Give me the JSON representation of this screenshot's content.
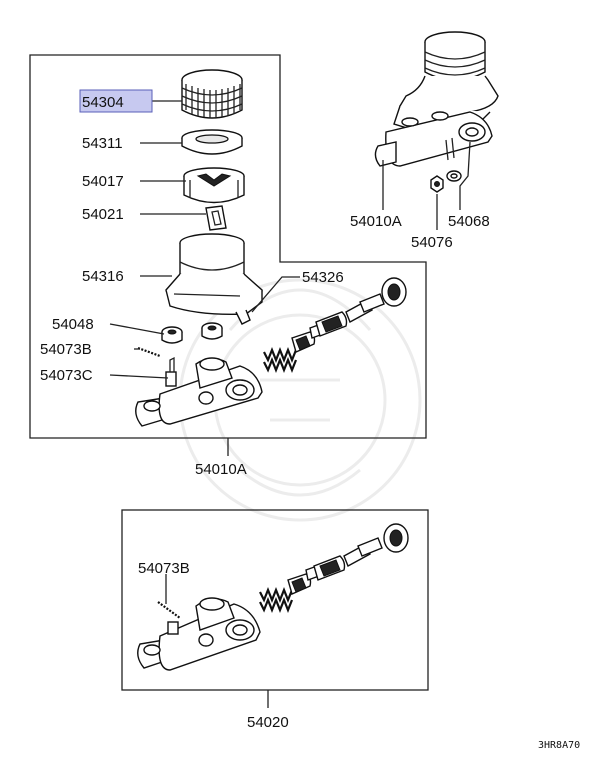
{
  "diagram_code": "3HR8A70",
  "highlight": {
    "color": "#c7c9f0",
    "border": "#5a5fb8"
  },
  "labels": {
    "p54304": "54304",
    "p54311": "54311",
    "p54017": "54017",
    "p54021": "54021",
    "p54316": "54316",
    "p54326": "54326",
    "p54048": "54048",
    "p54073B_top": "54073B",
    "p54073C": "54073C",
    "p54010A_main": "54010A",
    "p54010A_inset": "54010A",
    "p54068": "54068",
    "p54076": "54076",
    "p54073B_bottom": "54073B",
    "p54020": "54020"
  }
}
